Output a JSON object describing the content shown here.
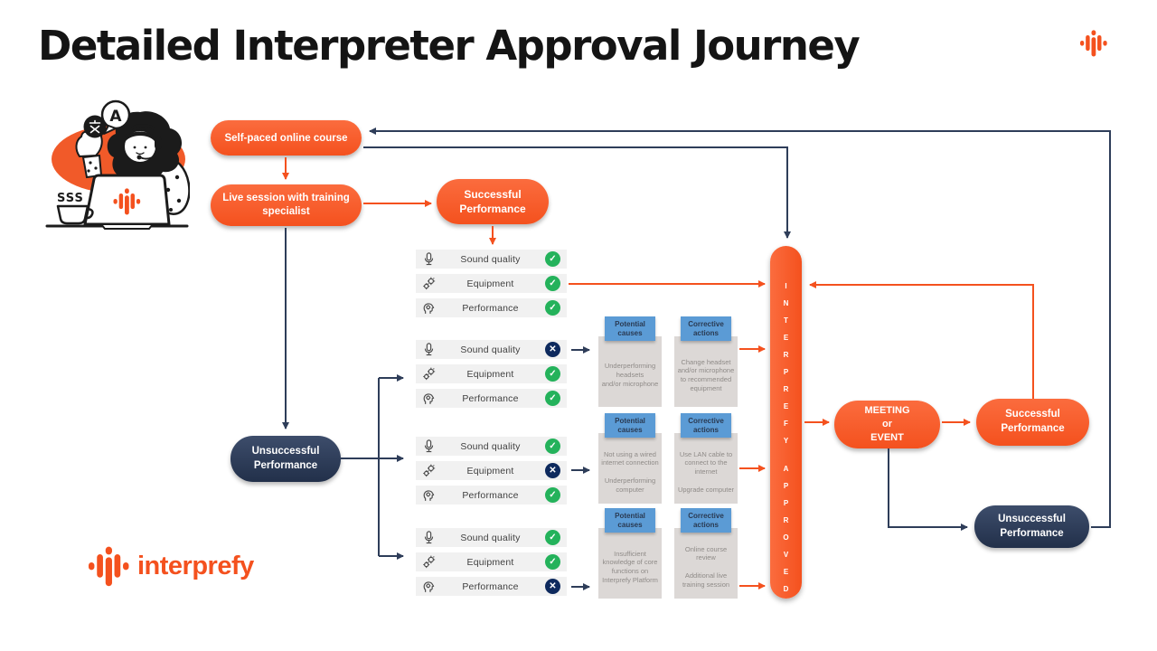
{
  "title": "Detailed Interpreter Approval Journey",
  "brand": {
    "name": "interprefy"
  },
  "colors": {
    "orange": "#F4511E",
    "orange_light": "#FB6C3E",
    "navy_line": "#2E3D59",
    "navy_pill": "#22304A",
    "pass_badge": "#24B25B",
    "fail_badge": "#0E2A5E",
    "row_bg": "#F1F1F1",
    "panel_header_bg": "#5B9BD5",
    "panel_body_bg": "#DCD8D6"
  },
  "icons": {
    "pass_glyph": "✓",
    "fail_glyph": "✕"
  },
  "flow": {
    "self_paced": {
      "label": "Self-paced online course"
    },
    "live_session": {
      "label": "Live session with training\nspecialist"
    },
    "successful_performance_top": {
      "label": "Successful\nPerformance"
    },
    "unsuccessful_performance_left": {
      "label": "Unsuccessful\nPerformance"
    },
    "approved_pill": {
      "word1": "INTERPREFY",
      "word2": "APPROVED"
    },
    "meeting_event": {
      "label": "MEETING\nor\nEVENT"
    },
    "successful_performance_right": {
      "label": "Successful\nPerformance"
    },
    "unsuccessful_performance_right": {
      "label": "Unsuccessful\nPerformance"
    }
  },
  "checklist_groups": [
    {
      "rows": [
        {
          "label": "Sound quality",
          "icon": "microphone-icon",
          "status": "pass"
        },
        {
          "label": "Equipment",
          "icon": "gears-icon",
          "status": "pass"
        },
        {
          "label": "Performance",
          "icon": "head-gears-icon",
          "status": "pass"
        }
      ]
    },
    {
      "rows": [
        {
          "label": "Sound quality",
          "icon": "microphone-icon",
          "status": "fail"
        },
        {
          "label": "Equipment",
          "icon": "gears-icon",
          "status": "pass"
        },
        {
          "label": "Performance",
          "icon": "head-gears-icon",
          "status": "pass"
        }
      ]
    },
    {
      "rows": [
        {
          "label": "Sound quality",
          "icon": "microphone-icon",
          "status": "pass"
        },
        {
          "label": "Equipment",
          "icon": "gears-icon",
          "status": "fail"
        },
        {
          "label": "Performance",
          "icon": "head-gears-icon",
          "status": "pass"
        }
      ]
    },
    {
      "rows": [
        {
          "label": "Sound quality",
          "icon": "microphone-icon",
          "status": "pass"
        },
        {
          "label": "Equipment",
          "icon": "gears-icon",
          "status": "pass"
        },
        {
          "label": "Performance",
          "icon": "head-gears-icon",
          "status": "fail"
        }
      ]
    }
  ],
  "panels": [
    {
      "causes_title": "Potential\ncauses",
      "causes_body": "Underperforming\nheadsets\nand/or microphone",
      "actions_title": "Corrective\nactions",
      "actions_body": "Change headset\nand/or microphone\nto recommended\nequipment"
    },
    {
      "causes_title": "Potential\ncauses",
      "causes_body": "Not using a wired\ninternet connection\n\nUnderperforming\ncomputer",
      "actions_title": "Corrective\nactions",
      "actions_body": "Use LAN cable to\nconnect to the\ninternet\n\nUpgrade computer"
    },
    {
      "causes_title": "Potential\ncauses",
      "causes_body": "Insufficient\nknowledge of core\nfunctions on\nInterprefy Platform",
      "actions_title": "Corrective\nactions",
      "actions_body": "Online course\nreview\n\nAdditional live\ntraining session"
    }
  ]
}
